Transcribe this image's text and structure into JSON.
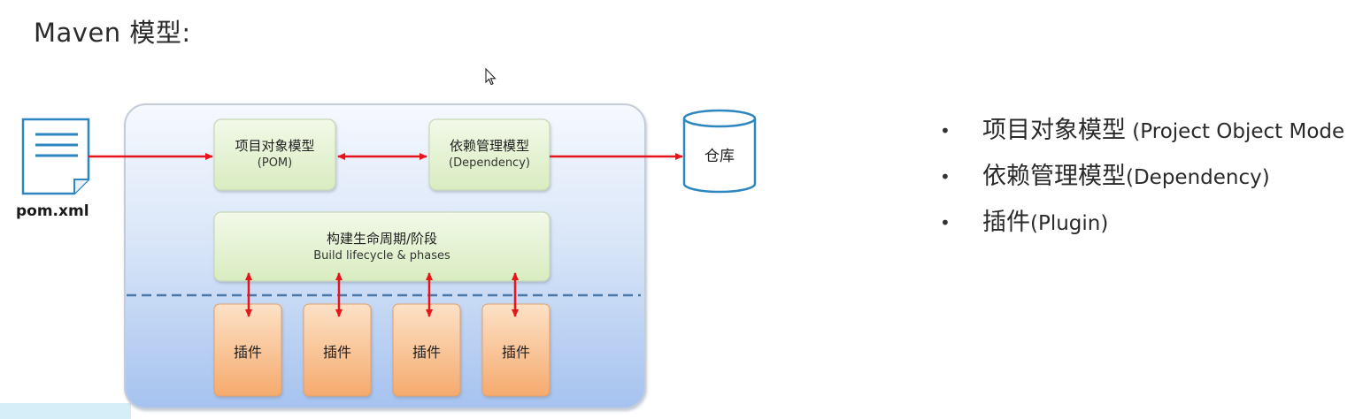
{
  "title": "Maven 模型:",
  "file": {
    "label": "pom.xml",
    "icon": "document-icon"
  },
  "repository": {
    "label": "仓库",
    "icon": "database-cylinder-icon"
  },
  "pom_box": {
    "title": "项目对象模型",
    "subtitle": "(POM)"
  },
  "dependency_box": {
    "title": "依赖管理模型",
    "subtitle": "(Dependency)"
  },
  "lifecycle_box": {
    "title": "构建生命周期/阶段",
    "subtitle": "Build lifecycle & phases"
  },
  "plugins": [
    {
      "label": "插件"
    },
    {
      "label": "插件"
    },
    {
      "label": "插件"
    },
    {
      "label": "插件"
    }
  ],
  "bullets": [
    {
      "prefix": "项目对象模型",
      "suffix": " (Project Object Mode"
    },
    {
      "prefix": "依赖管理模型",
      "suffix": "(Dependency)"
    },
    {
      "prefix": "插件",
      "suffix": "(Plugin)"
    }
  ],
  "colors": {
    "arrow": "#e8141c",
    "container_top": "#f5f8fd",
    "container_bottom": "#a7c4f0",
    "green_box": "#e6f4d4",
    "plugin_box": "#f7b884",
    "dashed_line": "#4a77a8"
  }
}
